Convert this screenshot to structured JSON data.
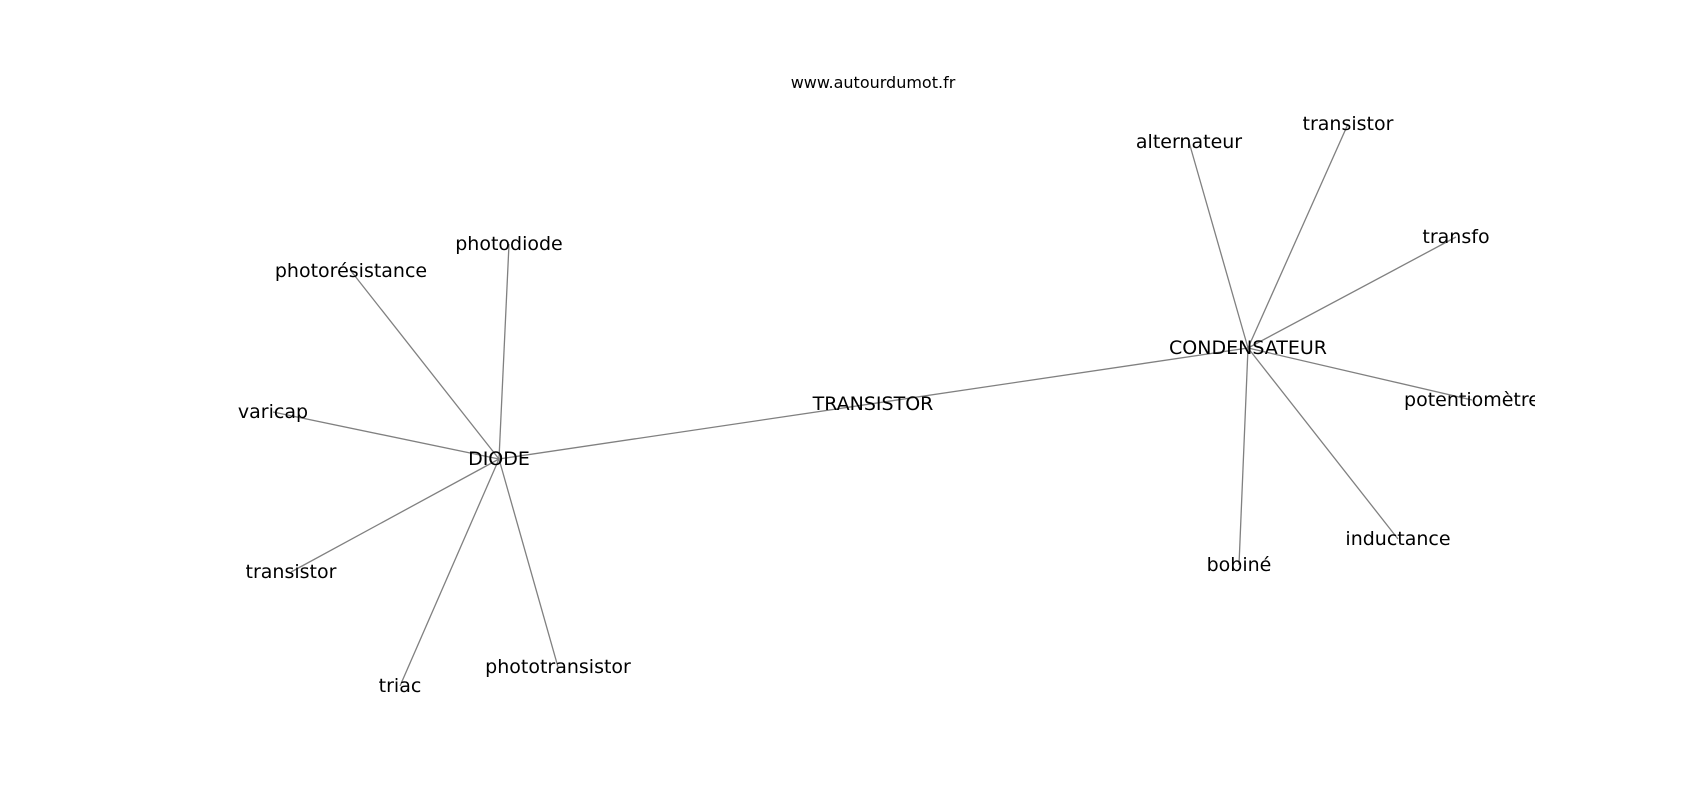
{
  "source": "www.autourdumot.fr",
  "nodes": [
    {
      "id": "transistor_center",
      "label": "TRANSISTOR"
    },
    {
      "id": "diode",
      "label": "DIODE"
    },
    {
      "id": "condensateur",
      "label": "CONDENSATEUR"
    },
    {
      "id": "photodiode",
      "label": "photodiode"
    },
    {
      "id": "photoresistance",
      "label": "photorésistance"
    },
    {
      "id": "varicap",
      "label": "varicap"
    },
    {
      "id": "transistor_left",
      "label": "transistor"
    },
    {
      "id": "triac",
      "label": "triac"
    },
    {
      "id": "phototransistor",
      "label": "phototransistor"
    },
    {
      "id": "alternateur",
      "label": "alternateur"
    },
    {
      "id": "transistor_right",
      "label": "transistor"
    },
    {
      "id": "transfo",
      "label": "transfo"
    },
    {
      "id": "potentiometre",
      "label": "potentiomètre"
    },
    {
      "id": "inductance",
      "label": "inductance"
    },
    {
      "id": "bobine",
      "label": "bobiné"
    }
  ],
  "edges": [
    [
      "diode",
      "condensateur"
    ],
    [
      "diode",
      "photodiode"
    ],
    [
      "diode",
      "photoresistance"
    ],
    [
      "diode",
      "varicap"
    ],
    [
      "diode",
      "transistor_left"
    ],
    [
      "diode",
      "triac"
    ],
    [
      "diode",
      "phototransistor"
    ],
    [
      "condensateur",
      "alternateur"
    ],
    [
      "condensateur",
      "transistor_right"
    ],
    [
      "condensateur",
      "transfo"
    ],
    [
      "condensateur",
      "potentiometre"
    ],
    [
      "condensateur",
      "inductance"
    ],
    [
      "condensateur",
      "bobine"
    ]
  ]
}
